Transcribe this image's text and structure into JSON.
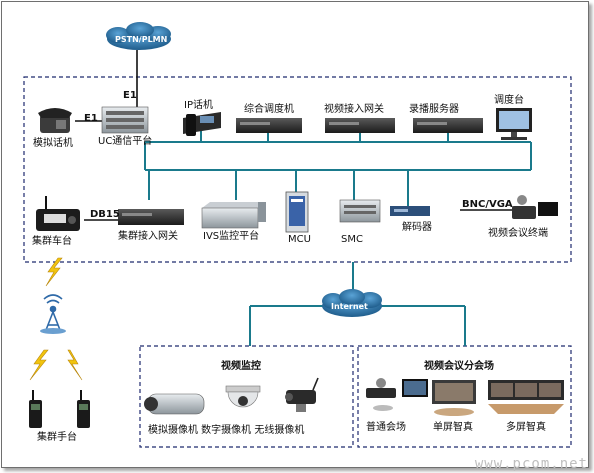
{
  "cloud_top": "PSTN/PLMN",
  "cloud_mid": "Internet",
  "links": {
    "e1_top": "E1",
    "e1_side": "E1",
    "db15": "DB15",
    "bnc_vga": "BNC/VGA"
  },
  "devices": {
    "analog_phone": "模拟话机",
    "uc_platform": "UC通信平台",
    "ip_phone": "IP话机",
    "dispatcher": "综合调度机",
    "video_gateway": "视频接入网关",
    "recorder": "录播服务器",
    "console": "调度台",
    "trunk_car": "集群车台",
    "trunk_gateway": "集群接入网关",
    "ivs": "IVS监控平台",
    "mcu": "MCU",
    "smc": "SMC",
    "decoder": "解码器",
    "video_terminal": "视频会议终端",
    "trunk_handset": "集群手台"
  },
  "surveillance": {
    "title": "视频监控",
    "cameras": "模拟摄像机 数字摄像机 无线摄像机"
  },
  "conference": {
    "title": "视频会议分会场",
    "venue_normal": "普通会场",
    "venue_single": "单屏智真",
    "venue_multi": "多屏智真"
  },
  "watermark": "www.pcom.net",
  "colors": {
    "bus": "#1a7a8c",
    "dash": "#1e2a6e",
    "cloud": "#2f6e9e",
    "bolt": "#f1c40f"
  }
}
